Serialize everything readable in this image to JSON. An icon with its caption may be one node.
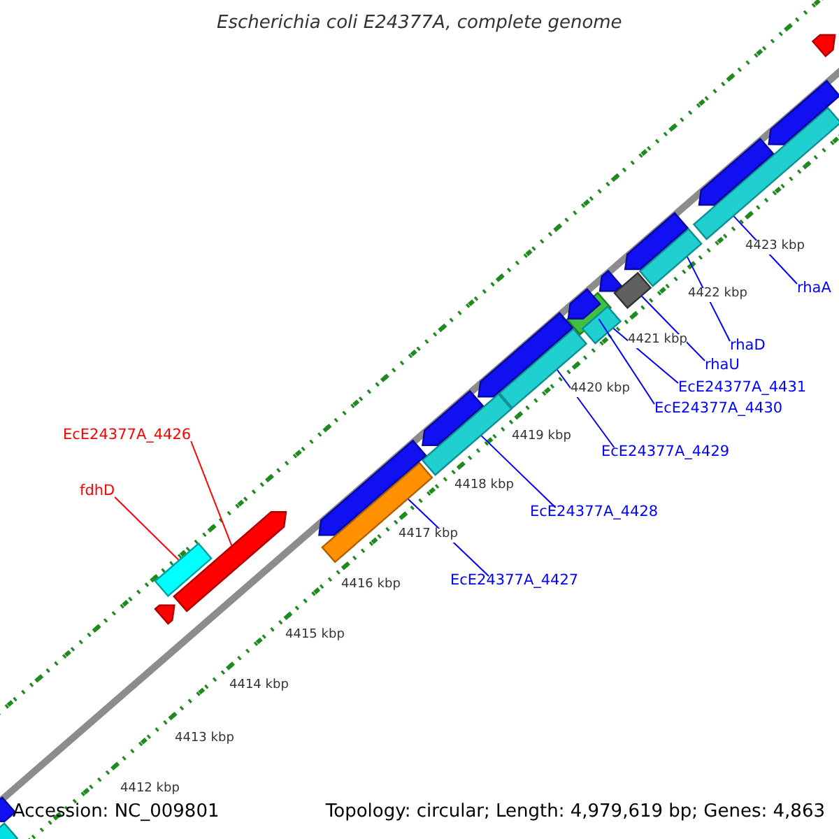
{
  "diagram": {
    "title": "Escherichia coli E24377A, complete genome",
    "nodes": [
      {
        "text": [
          "EcE24377A_4426"
        ]
      },
      {
        "text": [],
        "shape": "bar"
      },
      {
        "text": [
          "fdhD"
        ]
      },
      {
        "text": [],
        "shape": "bar"
      },
      {
        "text": [
          "EcE24377A_4427"
        ]
      },
      {
        "text": [],
        "shape": "bar"
      },
      {
        "text": [
          "EcE24377A_4428"
        ]
      },
      {
        "text": [],
        "shape": "bar"
      },
      {
        "text": [
          "EcE24377A_4429"
        ]
      },
      {
        "text": [],
        "shape": "bar"
      },
      {
        "text": [
          "EcE24377A_4430"
        ]
      },
      {
        "text": [],
        "shape": "bar"
      },
      {
        "text": [
          "EcE24377A_4431"
        ]
      },
      {
        "text": [],
        "shape": "bar"
      },
      {
        "text": [
          "rhaU"
        ]
      },
      {
        "text": [],
        "shape": "bar"
      },
      {
        "text": [
          "rhaD"
        ]
      },
      {
        "text": [],
        "shape": "bar"
      },
      {
        "text": [
          "rhaA"
        ]
      },
      {
        "text": [],
        "shape": "bar"
      },
      {
        "text": [],
        "shape": "bar"
      },
      {
        "text": [],
        "shape": "bar"
      },
      {
        "text": [],
        "shape": "bar"
      },
      {
        "text": [],
        "shape": "bar"
      },
      {
        "text": [],
        "shape": "bar"
      },
      {
        "text": [],
        "shape": "bar"
      },
      {
        "text": [],
        "shape": "bar"
      },
      {
        "text": [],
        "shape": "bar"
      },
      {
        "text": [],
        "shape": "bar"
      },
      {
        "text": [],
        "shape": "bar"
      },
      {
        "text": [],
        "shape": "bar"
      },
      {
        "text": [],
        "shape": "bar"
      }
    ],
    "edges": [
      {
        "from": 0,
        "to": 1,
        "arrow": "none",
        "color": "#ff0000"
      },
      {
        "from": 2,
        "to": 3,
        "arrow": "none",
        "color": "#ff0000"
      },
      {
        "from": 4,
        "to": 5,
        "arrow": "none"
      },
      {
        "from": 6,
        "to": 7,
        "arrow": "none"
      },
      {
        "from": 8,
        "to": 9,
        "arrow": "none"
      },
      {
        "from": 10,
        "to": 11,
        "arrow": "none"
      },
      {
        "from": 12,
        "to": 13,
        "arrow": "none"
      },
      {
        "from": 14,
        "to": 15,
        "arrow": "none"
      },
      {
        "from": 16,
        "to": 17,
        "arrow": "none"
      },
      {
        "from": 18,
        "to": 19,
        "arrow": "none"
      }
    ],
    "labels": [
      "4412 kbp",
      "4413 kbp",
      "4414 kbp",
      "4415 kbp",
      "4416 kbp",
      "4417 kbp",
      "4418 kbp",
      "4419 kbp",
      "4420 kbp",
      "4421 kbp",
      "4422 kbp",
      "4423 kbp",
      "Accession: NC_009801",
      "Topology: circular; Length: 4,979,619 bp; Genes: 4,863"
    ]
  }
}
